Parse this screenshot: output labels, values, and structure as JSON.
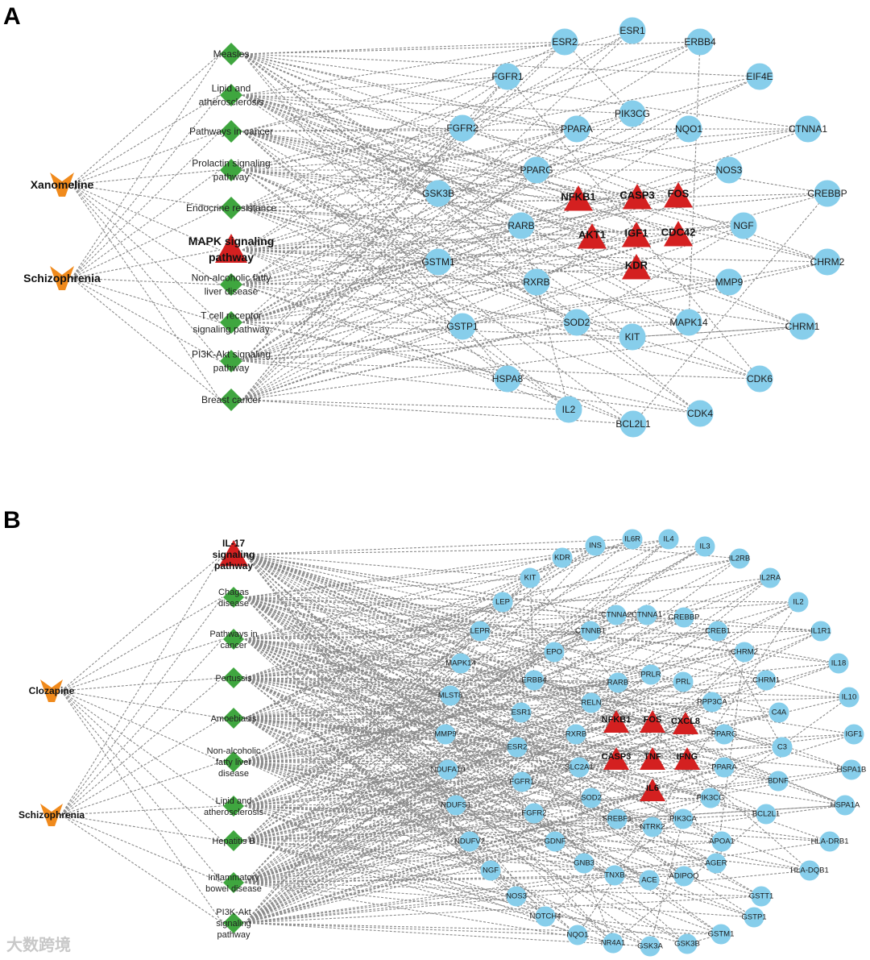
{
  "panels": [
    {
      "letter": "A",
      "conditions": [
        "Xanomeline",
        "Schizophrenia"
      ],
      "pathways": [
        "Measles",
        "Lipid and atherosclerosis",
        "Pathways in cancer",
        "Prolactin signaling pathway",
        "Endocrine resistance",
        "MAPK signaling pathway",
        "Non-alcoholic fatty liver disease",
        "T cell receptor signaling pathway",
        "PI3K-Akt signaling pathway",
        "Breast cancer"
      ],
      "highlighted_pathway": "MAPK signaling pathway",
      "hub_genes": [
        "NFKB1",
        "CASP3",
        "FOS",
        "AKT1",
        "IGF1",
        "CDC42",
        "KDR"
      ],
      "genes": [
        "ESR2",
        "ESR1",
        "ERBB4",
        "FGFR1",
        "EIF4E",
        "PIK3CG",
        "FGFR2",
        "PPARA",
        "NQO1",
        "CTNNA1",
        "PPARG",
        "NOS3",
        "CREBBP",
        "GSK3B",
        "RARB",
        "NGF",
        "GSTM1",
        "CHRM2",
        "RXRB",
        "MMP9",
        "SOD2",
        "MAPK14",
        "GSTP1",
        "KIT",
        "CHRM1",
        "HSPA8",
        "CDK6",
        "IL2",
        "CDK4",
        "BCL2L1"
      ]
    },
    {
      "letter": "B",
      "conditions": [
        "Clozapine",
        "Schizophrenia"
      ],
      "pathways": [
        "IL-17 signaling pathway",
        "Chagas disease",
        "Pathways in cancer",
        "Pertussis",
        "Amoebiasis",
        "Non-alcoholic fatty liver disease",
        "Lipid and atherosclerosis",
        "Hepatitis B",
        "Inflammatory bowel disease",
        "PI3K-Akt signaling pathway"
      ],
      "highlighted_pathway": "IL-17 signaling pathway",
      "hub_genes": [
        "NFKB1",
        "FOS",
        "CXCL8",
        "CASP3",
        "TNF",
        "IFNG",
        "IL6"
      ],
      "genes": [
        "INS",
        "IL6R",
        "IL4",
        "IL3",
        "KDR",
        "IL2RB",
        "KIT",
        "IL2RA",
        "LEP",
        "IL2",
        "CTNNA2",
        "CTNNA1",
        "CREBBP",
        "LEPR",
        "CTNNB1",
        "CREB1",
        "IL1R1",
        "EPO",
        "CHRM2",
        "MAPK14",
        "IL18",
        "ERBB4",
        "RARB",
        "PRLR",
        "PRL",
        "CHRM1",
        "MLST8",
        "RELN",
        "PPP3CA",
        "IL10",
        "ESR1",
        "C4A",
        "MMP9",
        "RXRB",
        "PPARG",
        "IGF1",
        "ESR2",
        "C3",
        "NDUFA10",
        "SLC2A1",
        "PPARA",
        "HSPA1B",
        "FGFR1",
        "BDNF",
        "NDUFS1",
        "FGFR2",
        "SOD2",
        "PIK3CG",
        "HSPA1A",
        "SREBF1",
        "BCL2L1",
        "PIK3CA",
        "NTRK2",
        "NDUFV2",
        "GDNF",
        "APOA1",
        "HLA-DRB1",
        "GNB3",
        "AGER",
        "NGF",
        "TNXB",
        "ACE",
        "ADIPOQ",
        "HLA-DQB1",
        "NOS3",
        "GSTT1",
        "NOTCH4",
        "GSTP1",
        "NQO1",
        "NR4A1",
        "GSK3A",
        "GSK3B",
        "GSTM1"
      ]
    }
  ],
  "colors": {
    "gene": "#87ceeb",
    "hub": "#d42020",
    "pathway": "#3fa63f",
    "condition": "#f08a1c",
    "edge": "#8a8a8a"
  },
  "watermark": "大数跨境"
}
